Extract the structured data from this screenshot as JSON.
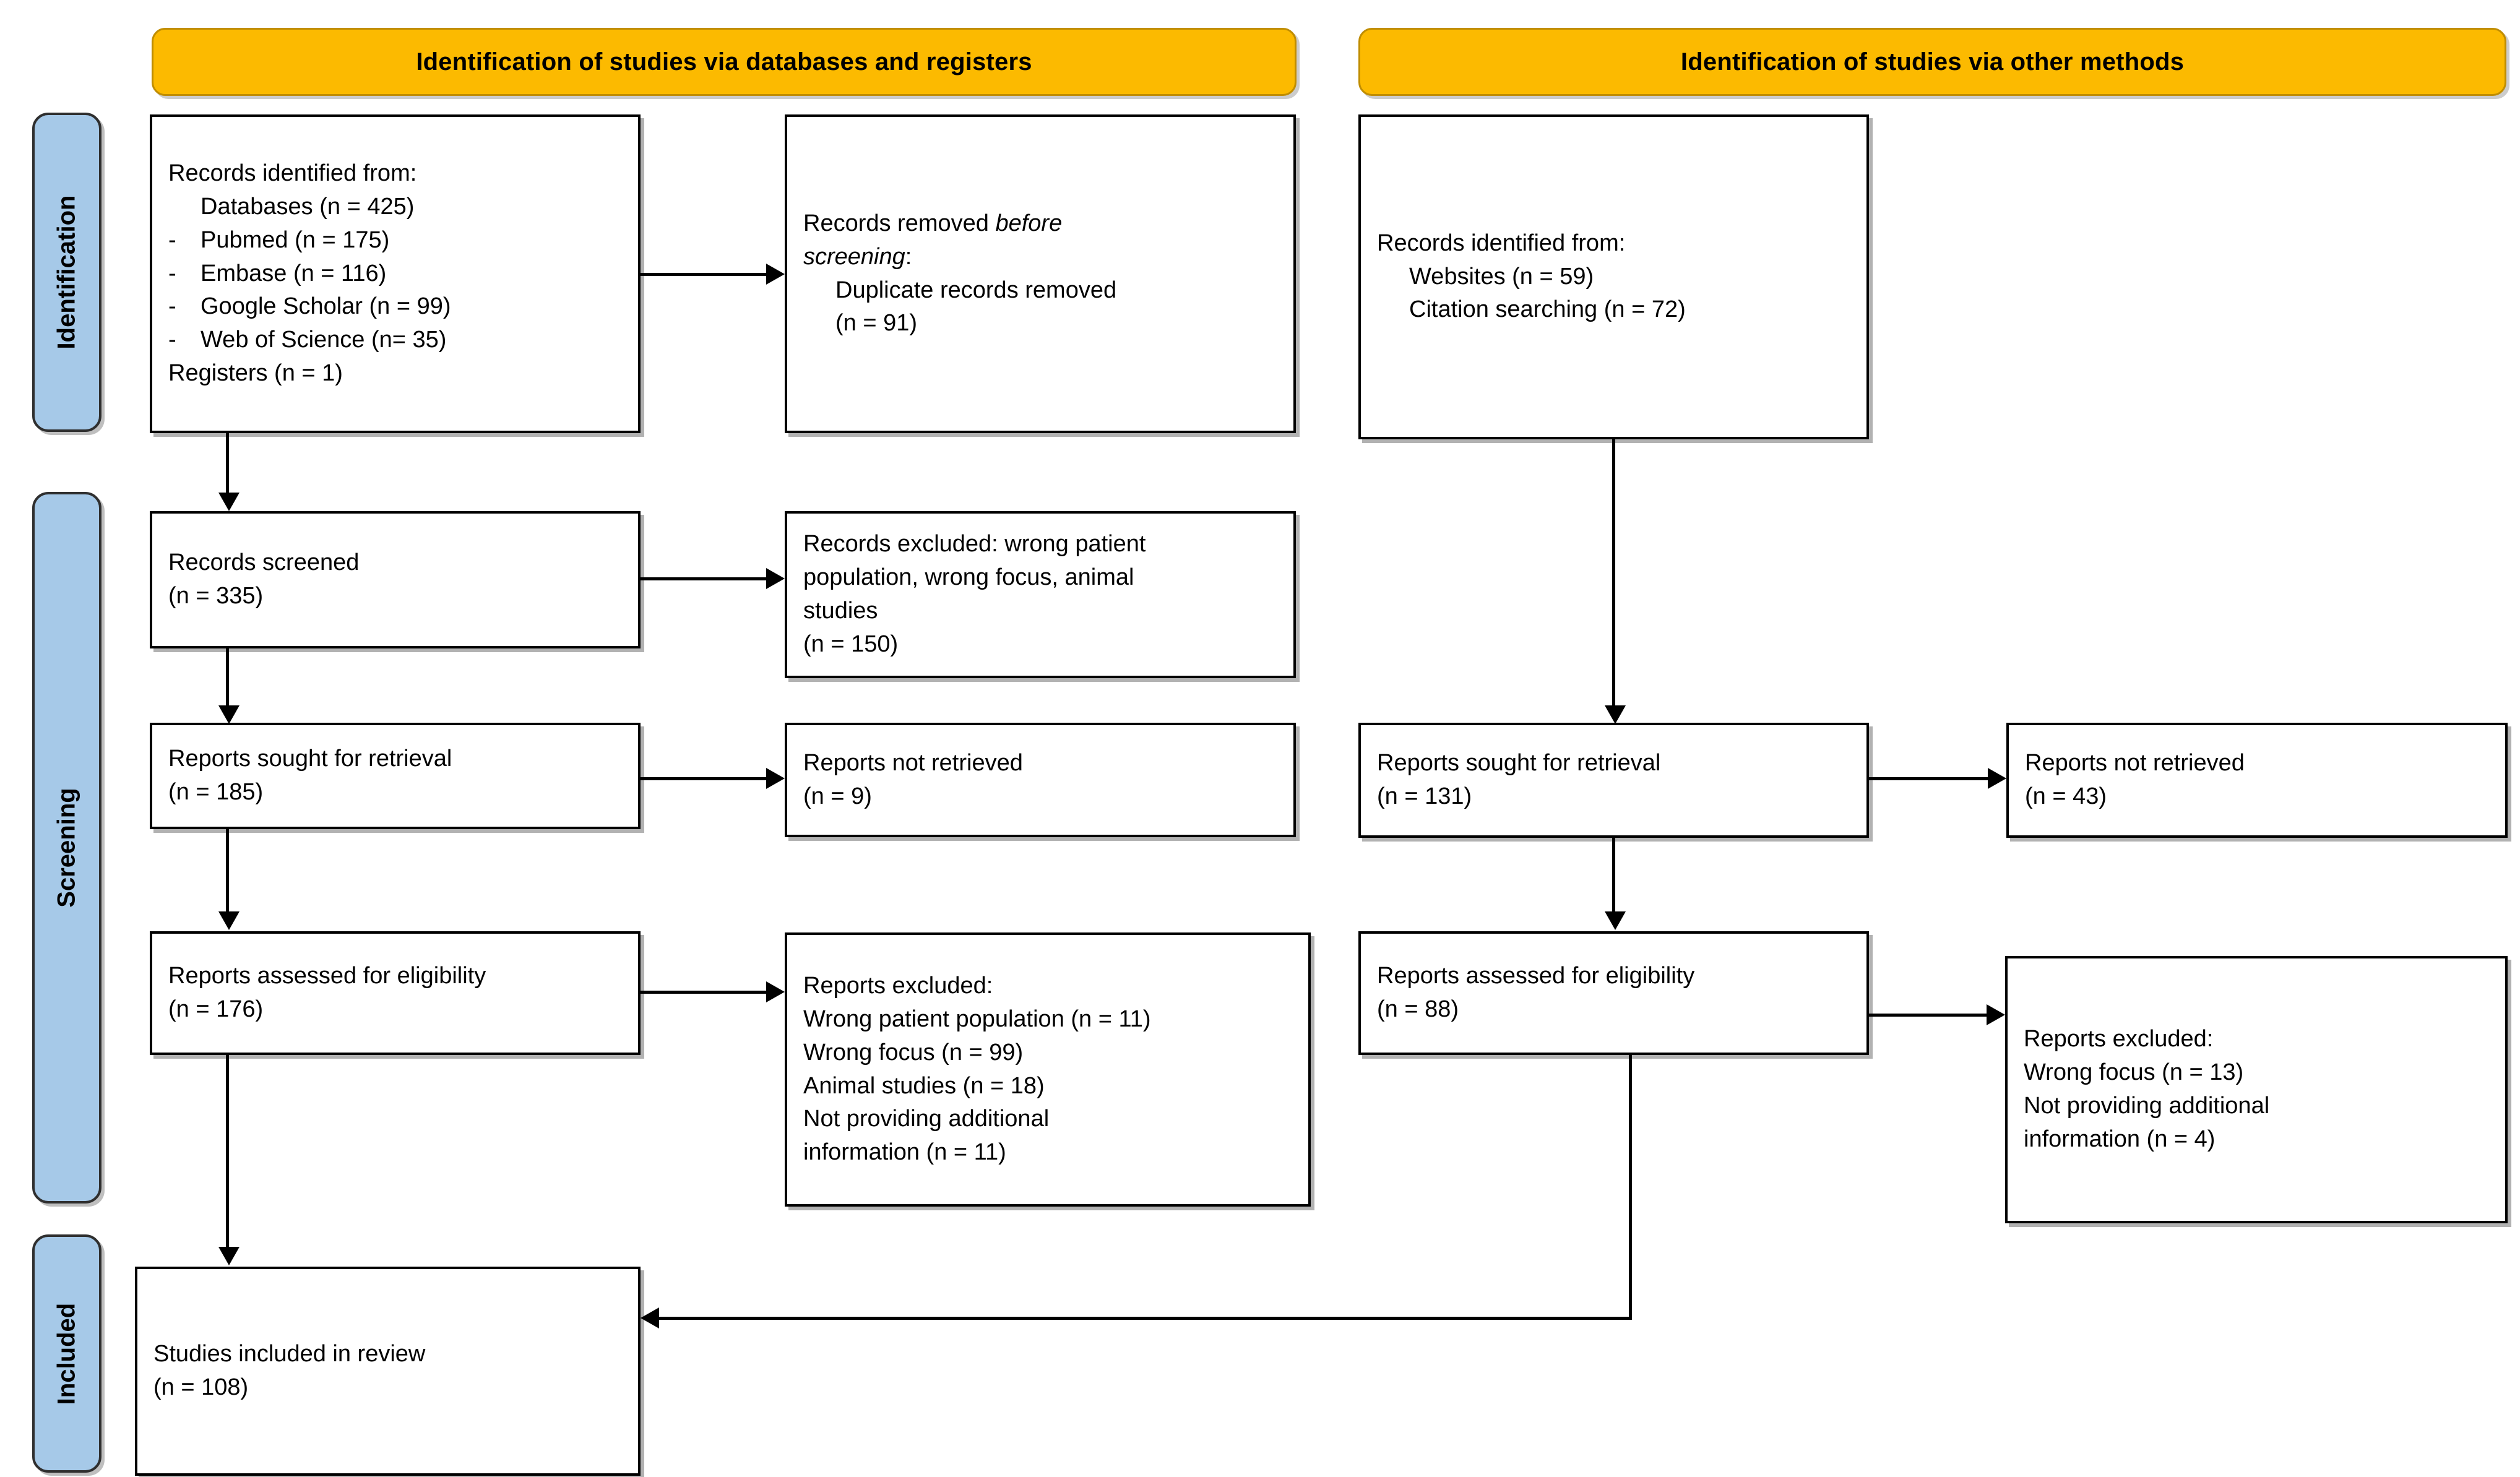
{
  "diagram": {
    "title": "PRISMA 2020 flow diagram",
    "colors": {
      "header_fill": "#FCBA00",
      "header_border": "#C08D00",
      "rail_fill": "#A6C9E8",
      "box_border": "#000000",
      "text": "#000000"
    }
  },
  "headers": {
    "databases": "Identification of studies via databases and registers",
    "other": "Identification of studies via other methods"
  },
  "rails": {
    "identification": "Identification",
    "screening": "Screening",
    "included": "Included"
  },
  "left": {
    "identified": {
      "l1": "Records identified from:",
      "l2": "Databases (n = 425)",
      "l3": "Pubmed (n = 175)",
      "l4": "Embase (n = 116)",
      "l5": "Google Scholar (n = 99)",
      "l6": "Web of Science (n= 35)",
      "l7": "Registers (n = 1)"
    },
    "removed": {
      "l1a": "Records removed ",
      "l1b": "before",
      "l2a": "screening",
      "l2b": ":",
      "l3": "Duplicate records removed",
      "l4": "(n = 91)"
    },
    "screened": {
      "l1": "Records screened",
      "l2": "(n = 335)"
    },
    "records_excluded": {
      "l1": "Records excluded: wrong patient",
      "l2": "population, wrong focus, animal",
      "l3": "studies",
      "l4": "(n = 150)"
    },
    "sought": {
      "l1": "Reports sought for retrieval",
      "l2": "(n = 185)"
    },
    "not_retrieved": {
      "l1": "Reports not retrieved",
      "l2": "(n = 9)"
    },
    "assessed": {
      "l1": "Reports assessed for eligibility",
      "l2": "(n = 176)"
    },
    "reports_excluded": {
      "l1": "Reports excluded:",
      "l2": "Wrong patient population (n = 11)",
      "l3": "Wrong focus (n = 99)",
      "l4": "Animal studies (n = 18)",
      "l5": "Not providing additional",
      "l6": "information (n = 11)"
    },
    "included": {
      "l1": "Studies included in review",
      "l2": "(n = 108)"
    }
  },
  "right": {
    "identified": {
      "l1": "Records identified from:",
      "l2": "Websites (n = 59)",
      "l3": "Citation searching (n = 72)"
    },
    "sought": {
      "l1": "Reports sought for retrieval",
      "l2": "(n = 131)"
    },
    "not_retrieved": {
      "l1": "Reports not retrieved",
      "l2": "(n = 43)"
    },
    "assessed": {
      "l1": "Reports assessed for eligibility",
      "l2": "(n = 88)"
    },
    "reports_excluded": {
      "l1": "Reports excluded:",
      "l2": "Wrong focus (n = 13)",
      "l3": "Not providing additional",
      "l4": "information (n = 4)"
    }
  },
  "chart_data": {
    "type": "diagram",
    "title": "PRISMA 2020 flow diagram",
    "nodes": [
      {
        "id": "db-identified",
        "column": "databases",
        "stage": "Identification",
        "label": "Records identified from",
        "counts": {
          "Databases": 425,
          "Pubmed": 175,
          "Embase": 116,
          "Google Scholar": 99,
          "Web of Science": 35,
          "Registers": 1
        }
      },
      {
        "id": "db-removed",
        "column": "databases",
        "stage": "Identification",
        "label": "Records removed before screening",
        "counts": {
          "Duplicate records removed": 91
        }
      },
      {
        "id": "db-screened",
        "column": "databases",
        "stage": "Screening",
        "label": "Records screened",
        "n": 335
      },
      {
        "id": "db-records-excluded",
        "column": "databases",
        "stage": "Screening",
        "label": "Records excluded: wrong patient population, wrong focus, animal studies",
        "n": 150
      },
      {
        "id": "db-sought",
        "column": "databases",
        "stage": "Screening",
        "label": "Reports sought for retrieval",
        "n": 185
      },
      {
        "id": "db-not-retrieved",
        "column": "databases",
        "stage": "Screening",
        "label": "Reports not retrieved",
        "n": 9
      },
      {
        "id": "db-assessed",
        "column": "databases",
        "stage": "Screening",
        "label": "Reports assessed for eligibility",
        "n": 176
      },
      {
        "id": "db-reports-excluded",
        "column": "databases",
        "stage": "Screening",
        "label": "Reports excluded",
        "counts": {
          "Wrong patient population": 11,
          "Wrong focus": 99,
          "Animal studies": 18,
          "Not providing additional information": 11
        }
      },
      {
        "id": "other-identified",
        "column": "other",
        "stage": "Identification",
        "label": "Records identified from",
        "counts": {
          "Websites": 59,
          "Citation searching": 72
        }
      },
      {
        "id": "other-sought",
        "column": "other",
        "stage": "Screening",
        "label": "Reports sought for retrieval",
        "n": 131
      },
      {
        "id": "other-not-retrieved",
        "column": "other",
        "stage": "Screening",
        "label": "Reports not retrieved",
        "n": 43
      },
      {
        "id": "other-assessed",
        "column": "other",
        "stage": "Screening",
        "label": "Reports assessed for eligibility",
        "n": 88
      },
      {
        "id": "other-reports-excluded",
        "column": "other",
        "stage": "Screening",
        "label": "Reports excluded",
        "counts": {
          "Wrong focus": 13,
          "Not providing additional information": 4
        }
      },
      {
        "id": "included",
        "column": "databases",
        "stage": "Included",
        "label": "Studies included in review",
        "n": 108
      }
    ],
    "edges": [
      {
        "from": "db-identified",
        "to": "db-removed"
      },
      {
        "from": "db-identified",
        "to": "db-screened"
      },
      {
        "from": "db-screened",
        "to": "db-records-excluded"
      },
      {
        "from": "db-screened",
        "to": "db-sought"
      },
      {
        "from": "db-sought",
        "to": "db-not-retrieved"
      },
      {
        "from": "db-sought",
        "to": "db-assessed"
      },
      {
        "from": "db-assessed",
        "to": "db-reports-excluded"
      },
      {
        "from": "db-assessed",
        "to": "included"
      },
      {
        "from": "other-identified",
        "to": "other-sought"
      },
      {
        "from": "other-sought",
        "to": "other-not-retrieved"
      },
      {
        "from": "other-sought",
        "to": "other-assessed"
      },
      {
        "from": "other-assessed",
        "to": "other-reports-excluded"
      },
      {
        "from": "other-assessed",
        "to": "included"
      }
    ]
  }
}
